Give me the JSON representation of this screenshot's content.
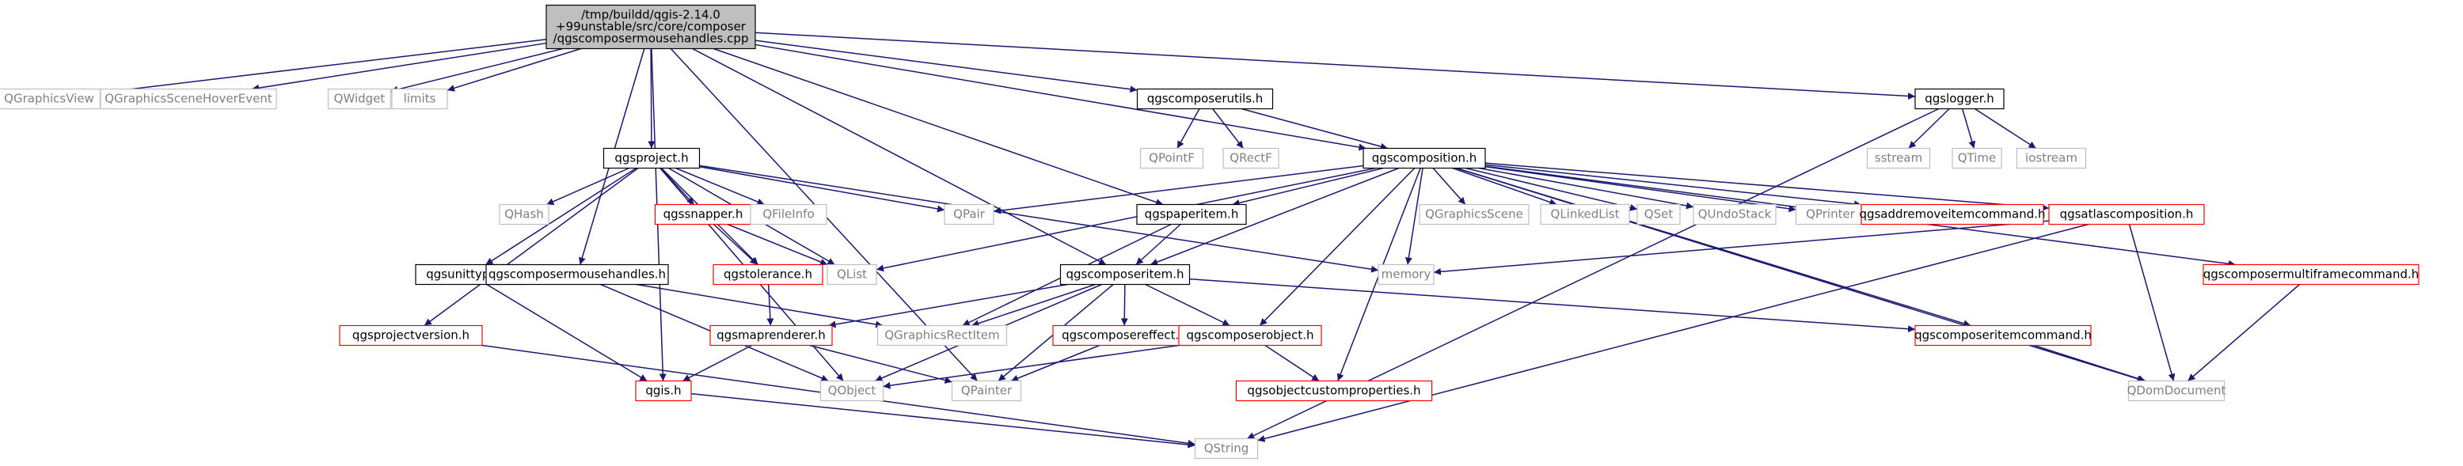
{
  "diagram": {
    "colors": {
      "edge": "#191970",
      "root_fill": "#bfbfbf",
      "black_border": "#000000",
      "red_border": "#ff0000",
      "gray_border": "#bfbfbf",
      "text_dark": "#000000",
      "text_gray": "#808080"
    },
    "nodes": [
      {
        "id": "root",
        "lines": [
          "/tmp/buildd/qgis-2.14.0",
          "+99unstable/src/core/composer",
          "/qgscomposermousehandles.cpp"
        ],
        "style": "root"
      },
      {
        "id": "qgraphicsview",
        "lines": [
          "QGraphicsView"
        ],
        "style": "gray"
      },
      {
        "id": "qgraphicsscenehoverevent",
        "lines": [
          "QGraphicsSceneHoverEvent"
        ],
        "style": "gray"
      },
      {
        "id": "qwidget",
        "lines": [
          "QWidget"
        ],
        "style": "gray"
      },
      {
        "id": "limits",
        "lines": [
          "limits"
        ],
        "style": "gray"
      },
      {
        "id": "qgscomposerutils_h",
        "lines": [
          "qgscomposerutils.h"
        ],
        "style": "black"
      },
      {
        "id": "qgslogger_h",
        "lines": [
          "qgslogger.h"
        ],
        "style": "black"
      },
      {
        "id": "qpointf",
        "lines": [
          "QPointF"
        ],
        "style": "gray"
      },
      {
        "id": "qrectf",
        "lines": [
          "QRectF"
        ],
        "style": "gray"
      },
      {
        "id": "sstream",
        "lines": [
          "sstream"
        ],
        "style": "gray"
      },
      {
        "id": "qtime",
        "lines": [
          "QTime"
        ],
        "style": "gray"
      },
      {
        "id": "iostream",
        "lines": [
          "iostream"
        ],
        "style": "gray"
      },
      {
        "id": "qgsproject_h",
        "lines": [
          "qgsproject.h"
        ],
        "style": "black"
      },
      {
        "id": "qgscomposition_h",
        "lines": [
          "qgscomposition.h"
        ],
        "style": "black"
      },
      {
        "id": "qhash",
        "lines": [
          "QHash"
        ],
        "style": "gray"
      },
      {
        "id": "qgssnapper_h",
        "lines": [
          "qgssnapper.h"
        ],
        "style": "red"
      },
      {
        "id": "qfileinfo",
        "lines": [
          "QFileInfo"
        ],
        "style": "gray"
      },
      {
        "id": "qpair",
        "lines": [
          "QPair"
        ],
        "style": "gray"
      },
      {
        "id": "qgspaperitem_h",
        "lines": [
          "qgspaperitem.h"
        ],
        "style": "black"
      },
      {
        "id": "qgraphicsscene",
        "lines": [
          "QGraphicsScene"
        ],
        "style": "gray"
      },
      {
        "id": "qlinkedlist",
        "lines": [
          "QLinkedList"
        ],
        "style": "gray"
      },
      {
        "id": "qset",
        "lines": [
          "QSet"
        ],
        "style": "gray"
      },
      {
        "id": "qundostack",
        "lines": [
          "QUndoStack"
        ],
        "style": "gray"
      },
      {
        "id": "qprinter",
        "lines": [
          "QPrinter"
        ],
        "style": "gray"
      },
      {
        "id": "qgsaddremoveitemcommand_h",
        "lines": [
          "qgsaddremoveitemcommand.h"
        ],
        "style": "red"
      },
      {
        "id": "qgsatlascomposition_h",
        "lines": [
          "qgsatlascomposition.h"
        ],
        "style": "red"
      },
      {
        "id": "qgsunittypes_h",
        "lines": [
          "qgsunittypes.h"
        ],
        "style": "black"
      },
      {
        "id": "qgscomposermousehandles_h",
        "lines": [
          "qgscomposermousehandles.h"
        ],
        "style": "black"
      },
      {
        "id": "qgstolerance_h",
        "lines": [
          "qgstolerance.h"
        ],
        "style": "red"
      },
      {
        "id": "qlist",
        "lines": [
          "QList"
        ],
        "style": "gray"
      },
      {
        "id": "qgscomposeritem_h",
        "lines": [
          "qgscomposeritem.h"
        ],
        "style": "black"
      },
      {
        "id": "memory",
        "lines": [
          "memory"
        ],
        "style": "gray"
      },
      {
        "id": "qgscomposermultiframecommand_h",
        "lines": [
          "qgscomposermultiframecommand.h"
        ],
        "style": "red"
      },
      {
        "id": "qgsprojectversion_h",
        "lines": [
          "qgsprojectversion.h"
        ],
        "style": "red"
      },
      {
        "id": "qgsmaprenderer_h",
        "lines": [
          "qgsmaprenderer.h"
        ],
        "style": "red"
      },
      {
        "id": "qgraphicsrectitem",
        "lines": [
          "QGraphicsRectItem"
        ],
        "style": "gray"
      },
      {
        "id": "qgscomposereffect_h",
        "lines": [
          "qgscomposereffect.h"
        ],
        "style": "red"
      },
      {
        "id": "qgscomposerobject_h",
        "lines": [
          "qgscomposerobject.h"
        ],
        "style": "red"
      },
      {
        "id": "qgscomposeritemcommand_h",
        "lines": [
          "qgscomposeritemcommand.h"
        ],
        "style": "red"
      },
      {
        "id": "qgis_h",
        "lines": [
          "qgis.h"
        ],
        "style": "red"
      },
      {
        "id": "qobject",
        "lines": [
          "QObject"
        ],
        "style": "gray"
      },
      {
        "id": "qpainter",
        "lines": [
          "QPainter"
        ],
        "style": "gray"
      },
      {
        "id": "qgsobjectcustomproperties_h",
        "lines": [
          "qgsobjectcustomproperties.h"
        ],
        "style": "red"
      },
      {
        "id": "qdomdocument",
        "lines": [
          "QDomDocument"
        ],
        "style": "gray"
      },
      {
        "id": "qstring",
        "lines": [
          "QString"
        ],
        "style": "gray"
      }
    ],
    "edges": [
      [
        "root",
        "qgraphicsview"
      ],
      [
        "root",
        "qgraphicsscenehoverevent"
      ],
      [
        "root",
        "qwidget"
      ],
      [
        "root",
        "limits"
      ],
      [
        "root",
        "qgscomposerutils_h"
      ],
      [
        "root",
        "qgslogger_h"
      ],
      [
        "root",
        "qgsproject_h"
      ],
      [
        "root",
        "qgscomposition_h"
      ],
      [
        "root",
        "qgspaperitem_h"
      ],
      [
        "root",
        "qgscomposermousehandles_h"
      ],
      [
        "root",
        "qgscomposeritem_h"
      ],
      [
        "root",
        "qgis_h"
      ],
      [
        "root",
        "qpainter"
      ],
      [
        "qgscomposerutils_h",
        "qpointf"
      ],
      [
        "qgscomposerutils_h",
        "qrectf"
      ],
      [
        "qgscomposerutils_h",
        "qgscomposition_h"
      ],
      [
        "qgslogger_h",
        "sstream"
      ],
      [
        "qgslogger_h",
        "qtime"
      ],
      [
        "qgslogger_h",
        "iostream"
      ],
      [
        "qgslogger_h",
        "qstring"
      ],
      [
        "qgsproject_h",
        "qhash"
      ],
      [
        "qgsproject_h",
        "qgssnapper_h"
      ],
      [
        "qgsproject_h",
        "qfileinfo"
      ],
      [
        "qgsproject_h",
        "qpair"
      ],
      [
        "qgsproject_h",
        "qlist"
      ],
      [
        "qgsproject_h",
        "memory"
      ],
      [
        "qgsproject_h",
        "qgsunittypes_h"
      ],
      [
        "qgsproject_h",
        "qgstolerance_h"
      ],
      [
        "qgsproject_h",
        "qgsprojectversion_h"
      ],
      [
        "qgsproject_h",
        "qobject"
      ],
      [
        "qgssnapper_h",
        "qgstolerance_h"
      ],
      [
        "qgssnapper_h",
        "qlist"
      ],
      [
        "qgscomposition_h",
        "qpair"
      ],
      [
        "qgscomposition_h",
        "qgspaperitem_h"
      ],
      [
        "qgscomposition_h",
        "qgraphicsscene"
      ],
      [
        "qgscomposition_h",
        "qlinkedlist"
      ],
      [
        "qgscomposition_h",
        "qset"
      ],
      [
        "qgscomposition_h",
        "qundostack"
      ],
      [
        "qgscomposition_h",
        "qprinter"
      ],
      [
        "qgscomposition_h",
        "qgsaddremoveitemcommand_h"
      ],
      [
        "qgscomposition_h",
        "qgsatlascomposition_h"
      ],
      [
        "qgscomposition_h",
        "qgscomposermultiframecommand_h"
      ],
      [
        "qgscomposition_h",
        "qlist"
      ],
      [
        "qgscomposition_h",
        "memory"
      ],
      [
        "qgscomposition_h",
        "qgscomposeritem_h"
      ],
      [
        "qgscomposition_h",
        "qgscomposerobject_h"
      ],
      [
        "qgscomposition_h",
        "qgscomposeritemcommand_h"
      ],
      [
        "qgscomposition_h",
        "qdomdocument"
      ],
      [
        "qgscomposition_h",
        "qgsobjectcustomproperties_h"
      ],
      [
        "qgspaperitem_h",
        "qgscomposeritem_h"
      ],
      [
        "qgspaperitem_h",
        "qgraphicsrectitem"
      ],
      [
        "qgsatlascomposition_h",
        "memory"
      ],
      [
        "qgsatlascomposition_h",
        "qdomdocument"
      ],
      [
        "qgsatlascomposition_h",
        "qstring"
      ],
      [
        "qgscomposermultiframecommand_h",
        "qdomdocument"
      ],
      [
        "qgsunittypes_h",
        "qgis_h"
      ],
      [
        "qgscomposermousehandles_h",
        "qgraphicsrectitem"
      ],
      [
        "qgscomposermousehandles_h",
        "qobject"
      ],
      [
        "qgstolerance_h",
        "qgsmaprenderer_h"
      ],
      [
        "qgscomposeritem_h",
        "qgsmaprenderer_h"
      ],
      [
        "qgscomposeritem_h",
        "qgraphicsrectitem"
      ],
      [
        "qgscomposeritem_h",
        "qgscomposereffect_h"
      ],
      [
        "qgscomposeritem_h",
        "qgscomposerobject_h"
      ],
      [
        "qgscomposeritem_h",
        "qgscomposeritemcommand_h"
      ],
      [
        "qgscomposeritem_h",
        "qobject"
      ],
      [
        "qgscomposeritem_h",
        "qpainter"
      ],
      [
        "qgsprojectversion_h",
        "qstring"
      ],
      [
        "qgsmaprenderer_h",
        "qgis_h"
      ],
      [
        "qgsmaprenderer_h",
        "qpainter"
      ],
      [
        "qgscomposereffect_h",
        "qpainter"
      ],
      [
        "qgscomposerobject_h",
        "qobject"
      ],
      [
        "qgscomposerobject_h",
        "qgsobjectcustomproperties_h"
      ],
      [
        "qgscomposeritemcommand_h",
        "qdomdocument"
      ],
      [
        "qgis_h",
        "qstring"
      ]
    ]
  }
}
